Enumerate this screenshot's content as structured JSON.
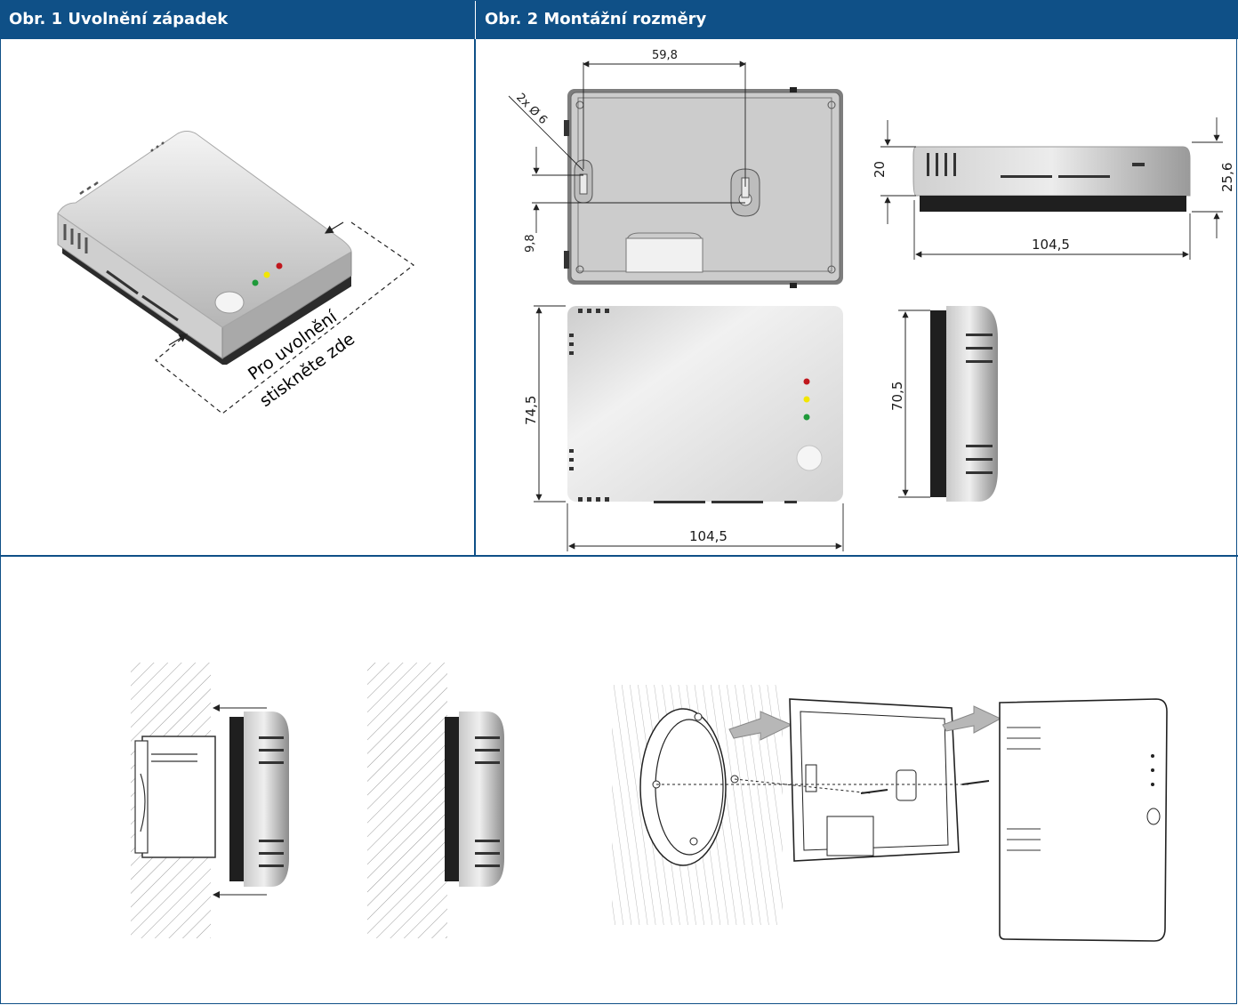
{
  "panels": {
    "fig1_title": "Obr. 1 Uvolnění západek",
    "fig2_title": "Obr. 2 Montážní rozměry"
  },
  "fig1": {
    "release_label_line1": "Pro uvolnění",
    "release_label_line2": "stiskněte zde"
  },
  "fig2": {
    "dim_hole_spacing": "59,8",
    "dim_hole_diameter": "2x Ø 6",
    "dim_hole_offset": "9,8",
    "dim_side_height_inner": "20",
    "dim_side_height_outer": "25,6",
    "dim_side_width": "104,5",
    "dim_front_height": "74,5",
    "dim_front_width": "104,5",
    "dim_edge_height": "70,5"
  },
  "colors": {
    "header_bg": "#0f5087",
    "header_text": "#ffffff",
    "led_red": "#c0171d",
    "led_yellow": "#f2e600",
    "led_green": "#1f9a3a"
  }
}
